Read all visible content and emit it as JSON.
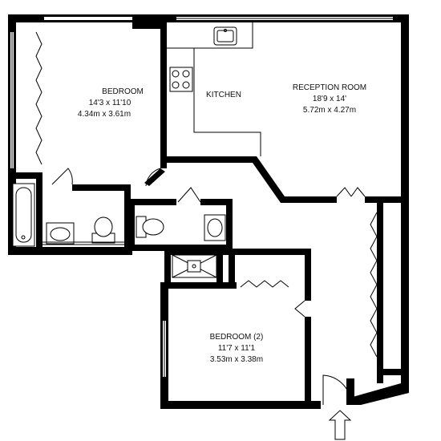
{
  "plan": {
    "rooms": [
      {
        "id": "bedroom",
        "name": "BEDROOM",
        "imperial": "14'3 x 11'10",
        "metric": "4.34m x 3.61m"
      },
      {
        "id": "kitchen",
        "name": "KITCHEN"
      },
      {
        "id": "reception",
        "name": "RECEPTION ROOM",
        "imperial": "18'9 x 14'",
        "metric": "5.72m x 4.27m"
      },
      {
        "id": "bedroom2",
        "name": "BEDROOM (2)",
        "imperial": "11'7 x 11'1",
        "metric": "3.53m x 3.38m"
      }
    ],
    "entrance_icon": "arrow-up-outline-icon"
  }
}
